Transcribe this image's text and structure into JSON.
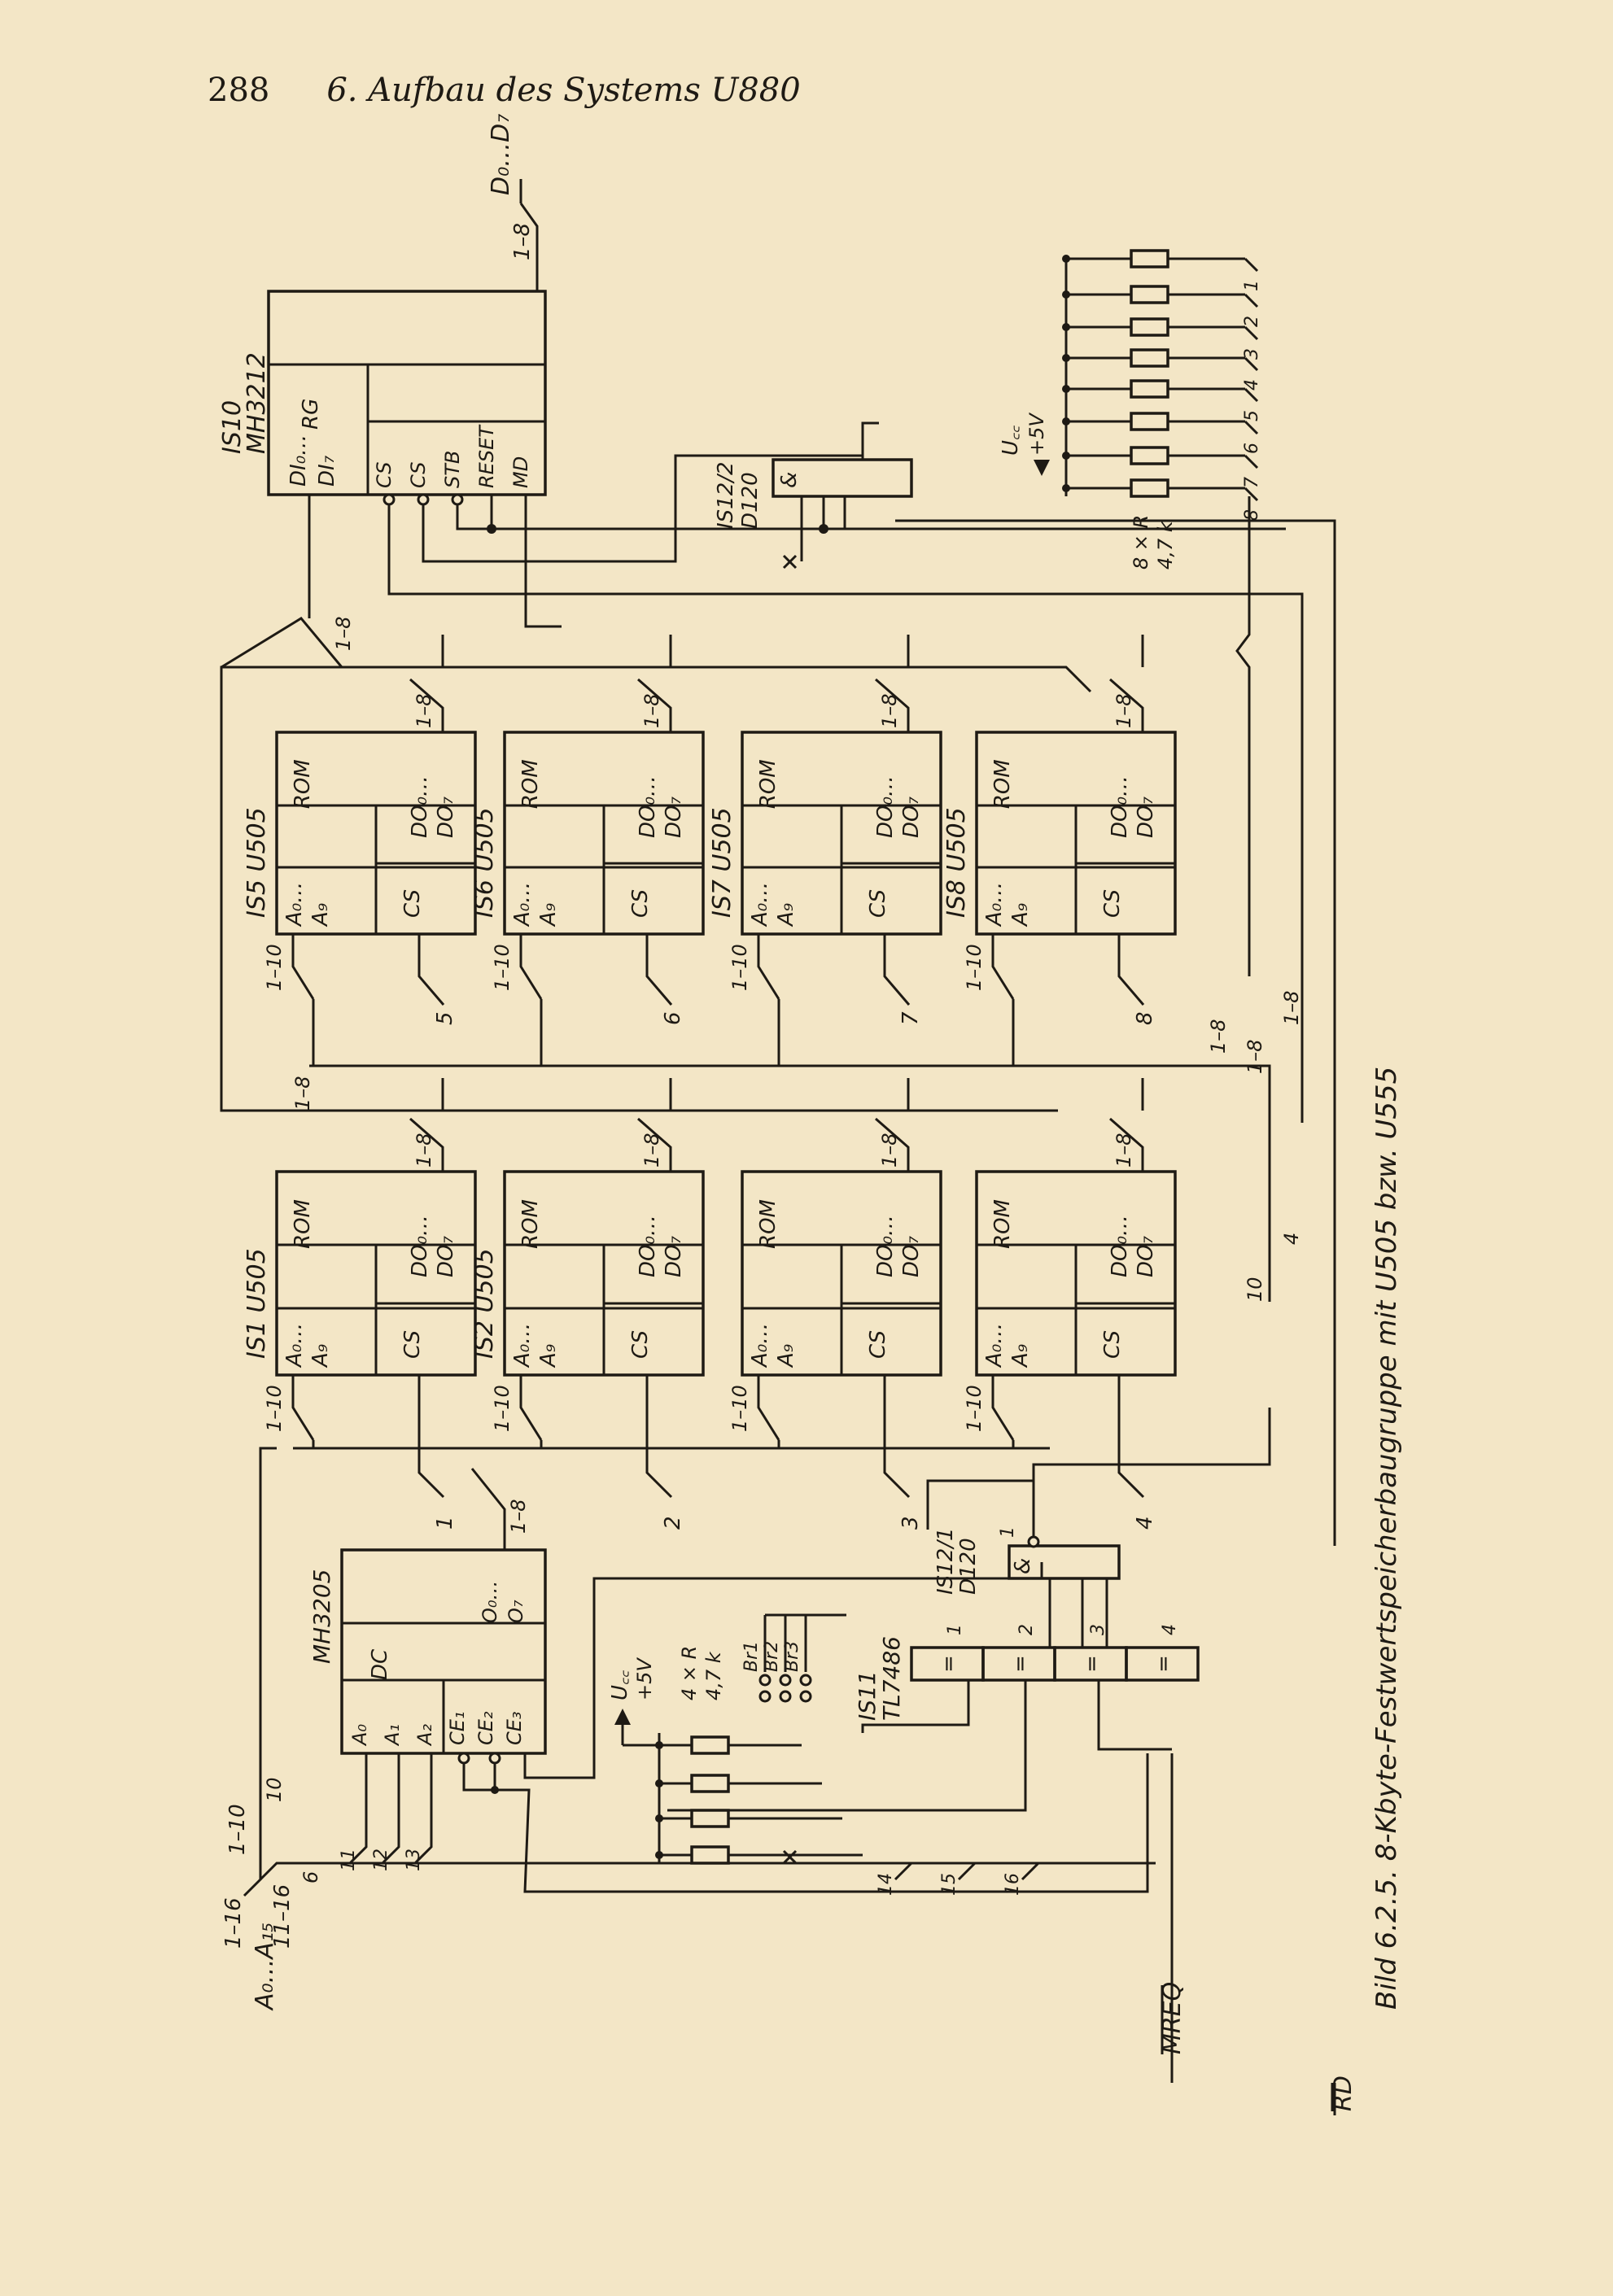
{
  "header": {
    "page_number": "288",
    "chapter": "6. Aufbau des Systems U880"
  },
  "caption": "Bild 6.2.5. 8-Kbyte-Festwertspeicherbaugruppe mit U505 bzw. U555",
  "roms": [
    {
      "id": "IS1",
      "type": "U505"
    },
    {
      "id": "IS2",
      "type": "U505"
    },
    {
      "id": "",
      "type": ""
    },
    {
      "id": "",
      "type": ""
    },
    {
      "id": "IS5",
      "type": "U505"
    },
    {
      "id": "IS6",
      "type": "U505"
    },
    {
      "id": "IS7",
      "type": "U505"
    },
    {
      "id": "IS8",
      "type": "U505"
    }
  ],
  "rom_labels": {
    "func": "ROM",
    "addr1": "A₀…",
    "addr2": "A₉",
    "cs": "CS",
    "dout1": "DO₀…",
    "dout2": "DO₇",
    "bus_in": "1–10",
    "bus_out": "1–8"
  },
  "cs_numbers": [
    "1",
    "2",
    "3",
    "4",
    "5",
    "6",
    "7",
    "8"
  ],
  "latch": {
    "id": "IS10",
    "type": "MH3212",
    "reg": "RG",
    "din1": "DI₀…",
    "din2": "DI₇",
    "pins": [
      "CS",
      "CS",
      "STB",
      "RESET",
      "MD"
    ]
  },
  "data_bus": {
    "label": "D₀…D₇",
    "width": "1–8"
  },
  "decoder": {
    "type": "MH3205",
    "func": "DC",
    "inputs": [
      "A₀",
      "A₁",
      "A₂"
    ],
    "enables": [
      "CE₁",
      "CE₂",
      "CE₃"
    ],
    "out1": "O₀…",
    "out2": "O₇",
    "in_pins": [
      "11",
      "12",
      "13"
    ]
  },
  "comparator": {
    "id": "IS11",
    "type": "TL7486",
    "gate_symbol": "=",
    "pins": [
      "1",
      "2",
      "3",
      "4"
    ],
    "in_pins": [
      "14",
      "15",
      "16"
    ]
  },
  "and_gates": [
    {
      "id": "IS12/1",
      "type": "D120",
      "symbol": "&",
      "out": "1"
    },
    {
      "id": "IS12/2",
      "type": "D120",
      "symbol": "&"
    }
  ],
  "bridges": [
    "Br1",
    "Br2",
    "Br3"
  ],
  "pullups_left": {
    "supply": "U꜀꜀",
    "voltage": "+5V",
    "count": "4 × R",
    "value": "4,7 k"
  },
  "pullups_right": {
    "supply": "U꜀꜀",
    "voltage": "+5V",
    "count": "8 × R",
    "value": "4,7 k",
    "pins": [
      "1",
      "2",
      "3",
      "4",
      "5",
      "6",
      "7",
      "8"
    ]
  },
  "address_bus": {
    "label": "A₀…A₁₅",
    "width": "1–16",
    "low": "1–10",
    "high": "11–16",
    "pin6": "6",
    "pin10": "10"
  },
  "bus_widths": {
    "b8": "1–8",
    "b10": "10",
    "b4": "4"
  },
  "signals": {
    "mreq": "MREQ",
    "rd": "RD"
  }
}
